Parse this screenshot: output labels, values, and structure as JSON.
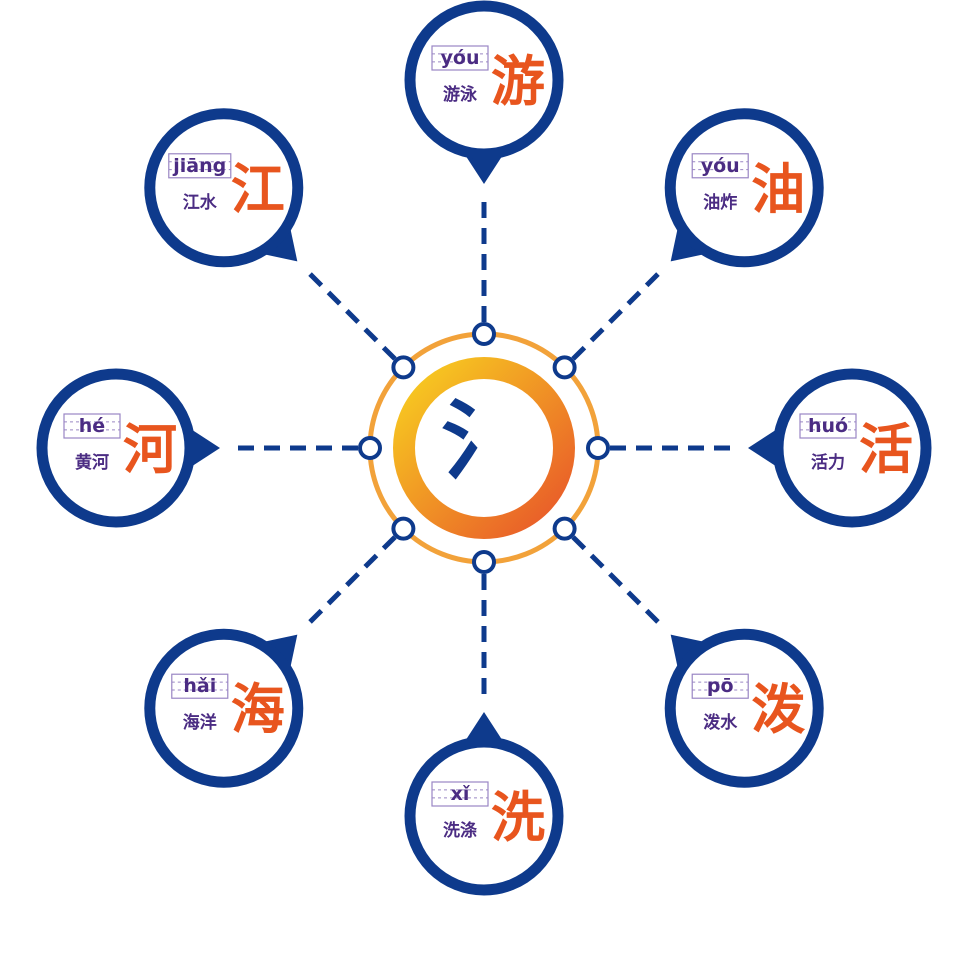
{
  "radical": "氵",
  "colors": {
    "navy": "#0E3A8C",
    "orange": "#E8551E",
    "ring": "#F2A23A",
    "purple": "#4B2C83",
    "gradient_start": "#F8D020",
    "gradient_end": "#E8552A",
    "guide": "#9A86C4"
  },
  "nodes": [
    {
      "id": "you-swim",
      "pinyin": "yóu",
      "word": "游泳",
      "char": "游"
    },
    {
      "id": "you-oil",
      "pinyin": "yóu",
      "word": "油炸",
      "char": "油"
    },
    {
      "id": "huo",
      "pinyin": "huó",
      "word": "活力",
      "char": "活"
    },
    {
      "id": "po",
      "pinyin": "pō",
      "word": "泼水",
      "char": "泼"
    },
    {
      "id": "xi",
      "pinyin": "xǐ",
      "word": "洗涤",
      "char": "洗"
    },
    {
      "id": "hai",
      "pinyin": "hǎi",
      "word": "海洋",
      "char": "海"
    },
    {
      "id": "he",
      "pinyin": "hé",
      "word": "黄河",
      "char": "河"
    },
    {
      "id": "jiang",
      "pinyin": "jiāng",
      "word": "江水",
      "char": "江"
    }
  ]
}
